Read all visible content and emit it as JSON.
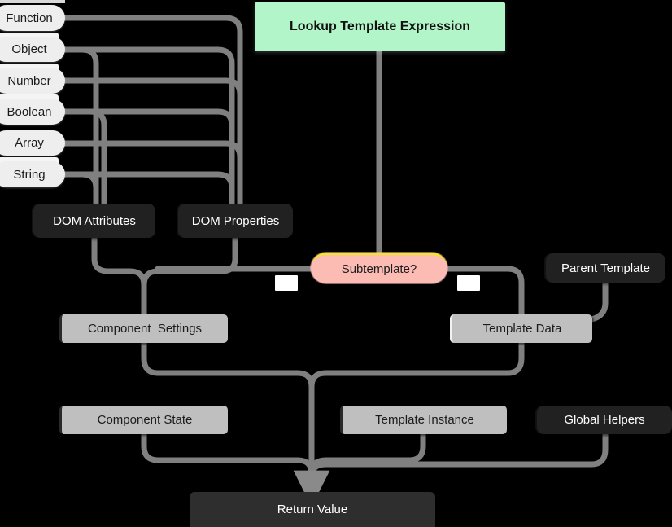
{
  "diagram": {
    "title": "Lookup Template Expression resolution flow",
    "background": "#000000",
    "edge_color": "#808080",
    "colors": {
      "accent_green": "#b2f5c8",
      "accent_pink": "#fcbcb4",
      "accent_yellow": "#f2e71d",
      "dark_node": "#212121",
      "gray_node": "#bfbfbf",
      "pill": "#eeeeee"
    },
    "nodes": {
      "lookup_template_expression": "Lookup Template Expression",
      "dom_attributes": "DOM Attributes",
      "dom_properties": "DOM Properties",
      "subtemplate": "Subtemplate?",
      "parent_template": "Parent Template",
      "component_settings": "Component  Settings",
      "template_data": "Template Data",
      "component_state": "Component State",
      "template_instance": "Template Instance",
      "global_helpers": "Global Helpers",
      "return_value": "Return Value"
    },
    "type_pills": [
      {
        "label": "Function"
      },
      {
        "label": "Object"
      },
      {
        "label": "Number"
      },
      {
        "label": "Boolean"
      },
      {
        "label": "Array"
      },
      {
        "label": "String"
      }
    ],
    "edge_labels": [
      {
        "text": ""
      },
      {
        "text": ""
      }
    ]
  }
}
